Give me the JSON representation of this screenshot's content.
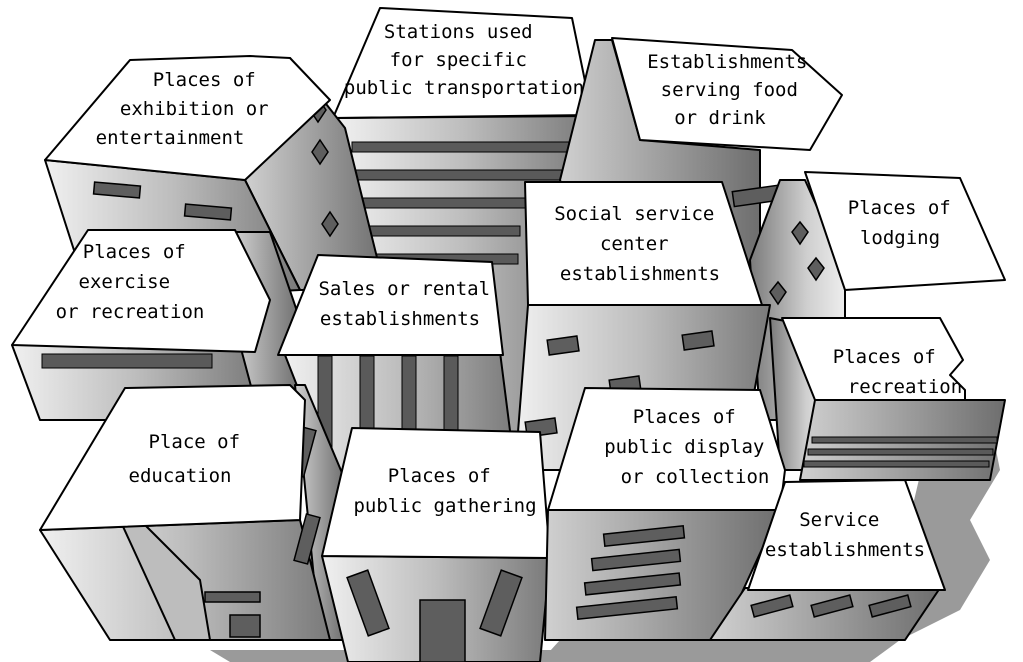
{
  "diagram": {
    "buildings": [
      {
        "id": "exhibition",
        "lines": [
          "Places of",
          "exhibition or",
          "entertainment"
        ]
      },
      {
        "id": "transport",
        "lines": [
          "Stations used",
          "for specific",
          "public transportation"
        ]
      },
      {
        "id": "food",
        "lines": [
          "Establishments",
          "serving food",
          "or drink"
        ]
      },
      {
        "id": "exercise",
        "lines": [
          "Places of",
          "exercise",
          "or recreation"
        ]
      },
      {
        "id": "sales",
        "lines": [
          "Sales or rental",
          "establishments"
        ]
      },
      {
        "id": "social",
        "lines": [
          "Social service",
          "center",
          "establishments"
        ]
      },
      {
        "id": "lodging",
        "lines": [
          "Places of",
          "lodging"
        ]
      },
      {
        "id": "recreation",
        "lines": [
          "Places of",
          "recreation"
        ]
      },
      {
        "id": "education",
        "lines": [
          "Place of",
          "education"
        ]
      },
      {
        "id": "gathering",
        "lines": [
          "Places of",
          "public gathering"
        ]
      },
      {
        "id": "display",
        "lines": [
          "Places of",
          "public display",
          "or collection"
        ]
      },
      {
        "id": "service",
        "lines": [
          "Service",
          "establishments"
        ]
      }
    ]
  }
}
